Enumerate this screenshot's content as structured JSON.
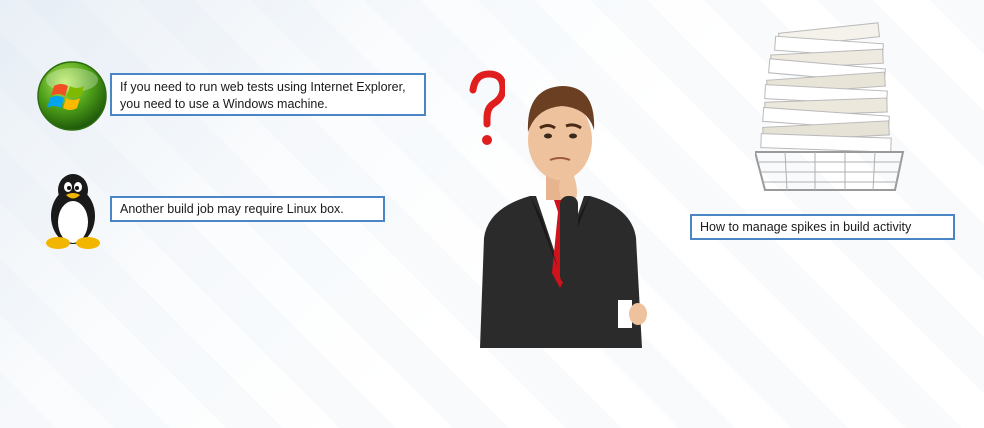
{
  "callouts": {
    "windows": "If you need to run web tests using Internet Explorer, you need to use a Windows machine.",
    "linux": "Another build job may require Linux box.",
    "spikes": "How to manage spikes in build activity"
  },
  "icons": [
    "windows-logo-icon",
    "linux-penguin-icon",
    "confused-businessman-figure",
    "question-mark-icon",
    "paper-stack-icon"
  ],
  "colors": {
    "callout_border": "#4a86c5",
    "question_mark": "#e01e1e",
    "tie": "#d0121b"
  }
}
